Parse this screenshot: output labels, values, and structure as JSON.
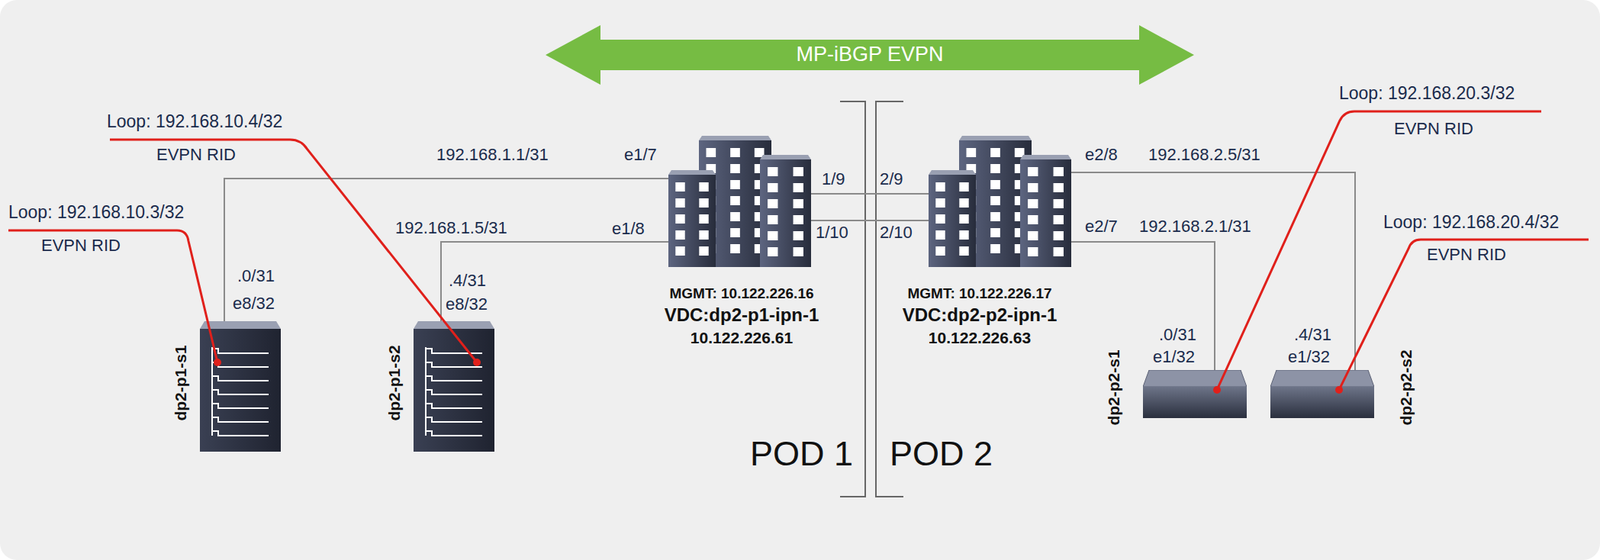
{
  "diagram": {
    "nodes": [
      {
        "text": [
          "MP-iBGP EVPN"
        ]
      },
      {
        "text": [
          "MGMT: 10.122.226.16",
          "VDC:dp2-p1-ipn-1",
          "10.122.226.61"
        ]
      },
      {
        "text": [
          "MGMT: 10.122.226.17",
          "VDC:dp2-p2-ipn-1",
          "10.122.226.63"
        ]
      },
      {
        "text": [
          "dp2-p1-s1"
        ]
      },
      {
        "text": [
          "dp2-p1-s2"
        ]
      },
      {
        "text": [
          "dp2-p2-s1"
        ]
      },
      {
        "text": [
          "dp2-p2-s2"
        ]
      }
    ],
    "edges": [
      {
        "from": 1,
        "to": 3,
        "arrow": "none"
      },
      {
        "from": 1,
        "to": 4,
        "arrow": "none"
      },
      {
        "from": 1,
        "to": 2,
        "arrow": "none"
      },
      {
        "from": 1,
        "to": 2,
        "arrow": "none"
      },
      {
        "from": 2,
        "to": 5,
        "arrow": "none"
      },
      {
        "from": 2,
        "to": 6,
        "arrow": "none"
      }
    ],
    "labels": [
      "Loop: 192.168.10.4/32",
      "EVPN RID",
      "Loop: 192.168.10.3/32",
      "EVPN RID",
      "192.168.1.1/31",
      "e1/7",
      "192.168.1.5/31",
      "e1/8",
      ".0/31",
      "e8/32",
      ".4/31",
      "e8/32",
      "1/9",
      "2/9",
      "1/10",
      "2/10",
      "POD 1",
      "POD 2",
      "Loop: 192.168.20.3/32",
      "EVPN RID",
      "e2/8",
      "192.168.2.5/31",
      "Loop: 192.168.20.4/32",
      "EVPN RID",
      "e2/7",
      "192.168.2.1/31",
      ".0/31",
      "e1/32",
      ".4/31",
      "e1/32"
    ]
  }
}
